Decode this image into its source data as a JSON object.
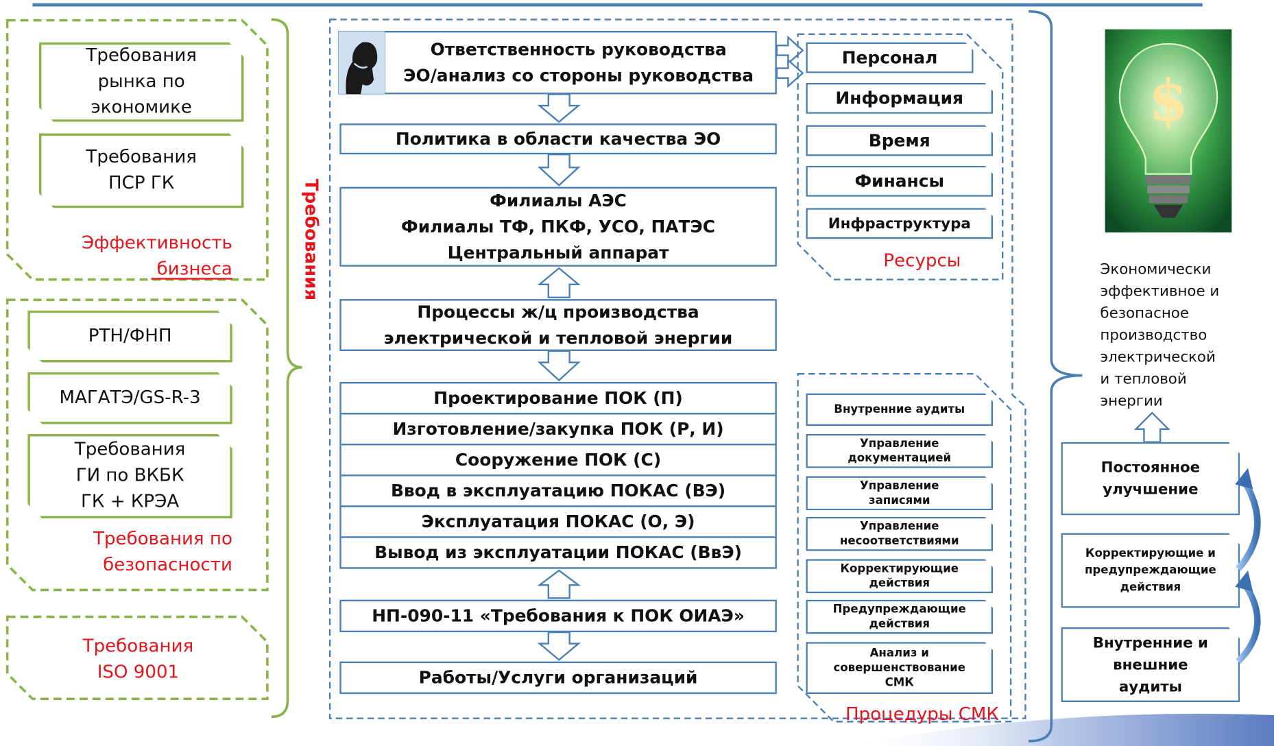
{
  "left": {
    "business_group": {
      "boxes": [
        "Требования\nрынка по\nэкономике",
        "Требования\nПСР  ГК"
      ],
      "caption": "Эффективность\nбизнеса"
    },
    "safety_group": {
      "boxes": [
        "РТН/ФНП",
        "МАГАТЭ/GS-R-3",
        "Требования\nГИ по ВКБК\nГК + КРЭА"
      ],
      "caption": "Требования по\nбезопасности"
    },
    "iso_group": {
      "caption": "Требования\nISO 9001"
    }
  },
  "vertical_label": "Требования",
  "center": {
    "management_responsibility": "Ответственность руководства\nЭО/анализ со стороны руководства",
    "quality_policy": "Политика в области качества ЭО",
    "branches": "Филиалы АЭС\nФилиалы ТФ, ПКФ, УСО, ПАТЭС\nЦентральный аппарат",
    "processes": "Процессы ж/ц производства\nэлектрической и тепловой энергии",
    "lifecycle": [
      "Проектирование ПОК (П)",
      "Изготовление/закупка ПОК (Р, И)",
      "Сооружение ПОК (С)",
      "Ввод в эксплуатацию ПОКАС (ВЭ)",
      "Эксплуатация ПОКАС (О, Э)",
      "Вывод из эксплуатации ПОКАС (ВвЭ)"
    ],
    "np_requirements": "НП-090-11 «Требования к ПОК ОИАЭ»",
    "works_services": "Работы/Услуги организаций"
  },
  "resources": {
    "items": [
      "Персонал",
      "Информация",
      "Время",
      "Финансы",
      "Инфраструктура"
    ],
    "caption": "Ресурсы"
  },
  "qms_procedures": {
    "items": [
      "Внутренние аудиты",
      "Управление\nдокументацией",
      "Управление\nзаписями",
      "Управление\nнесоответствиями",
      "Корректирующие\nдействия",
      "Предупреждающие\nдействия",
      "Анализ и\nсовершенствование\nСМК"
    ],
    "caption": "Процедуры СМК"
  },
  "right": {
    "outcome": "Экономически\nэффективное и\nбезопасное\nпроизводство\nэлектрической\nи тепловой\nэнергии",
    "cycle": [
      "Постоянное\nулучшение",
      "Корректирующие и\nпредупреждающие\nдействия",
      "Внутренние и\nвнешние\nаудиты"
    ]
  },
  "colors": {
    "green": "#8ab44a",
    "blue": "#4a7fb5",
    "red": "#e8141c"
  },
  "icons": [
    "thinker-image",
    "lightbulb-dollar-image"
  ]
}
